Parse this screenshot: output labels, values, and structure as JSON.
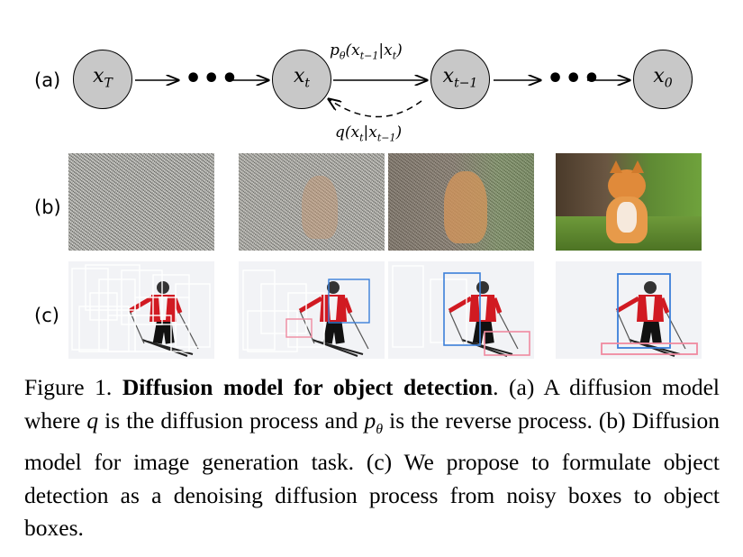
{
  "row_labels": {
    "a": "(a)",
    "b": "(b)",
    "c": "(c)"
  },
  "nodes": [
    "x_T",
    "x_t",
    "x_{t-1}",
    "x_0"
  ],
  "node_labels": {
    "xT": {
      "base": "x",
      "sub": "T"
    },
    "xt": {
      "base": "x",
      "sub": "t"
    },
    "xt1": {
      "base": "x",
      "sub": "t−1"
    },
    "x0": {
      "base": "x",
      "sub": "0"
    }
  },
  "ellipsis": "•••",
  "reverse_label": {
    "p": "p",
    "theta": "θ",
    "rest": "(x",
    "sub1": "t−1",
    "bar": "|x",
    "sub2": "t",
    "close": ")"
  },
  "forward_label": {
    "q": "q",
    "rest": "(x",
    "sub1": "t",
    "bar": "|x",
    "sub2": "t−1",
    "close": ")"
  },
  "caption": {
    "prefix": "Figure 1. ",
    "bold": "Diffusion model for object detection",
    "part1": ". (a) A diffusion model where ",
    "q": "q",
    "part2": " is the diffusion process and ",
    "p": "p",
    "theta": "θ",
    "part3": " is the reverse process. (b) Diffusion model for image generation task. (c) We propose to formulate object detection as a denoising diffusion process from noisy boxes to object boxes."
  },
  "colors": {
    "node_fill": "#c8c8c8",
    "box_white": "#ffffff",
    "box_blue": "#3b7fd9",
    "box_pink": "#f08aa0",
    "jacket_red": "#d11a22"
  }
}
